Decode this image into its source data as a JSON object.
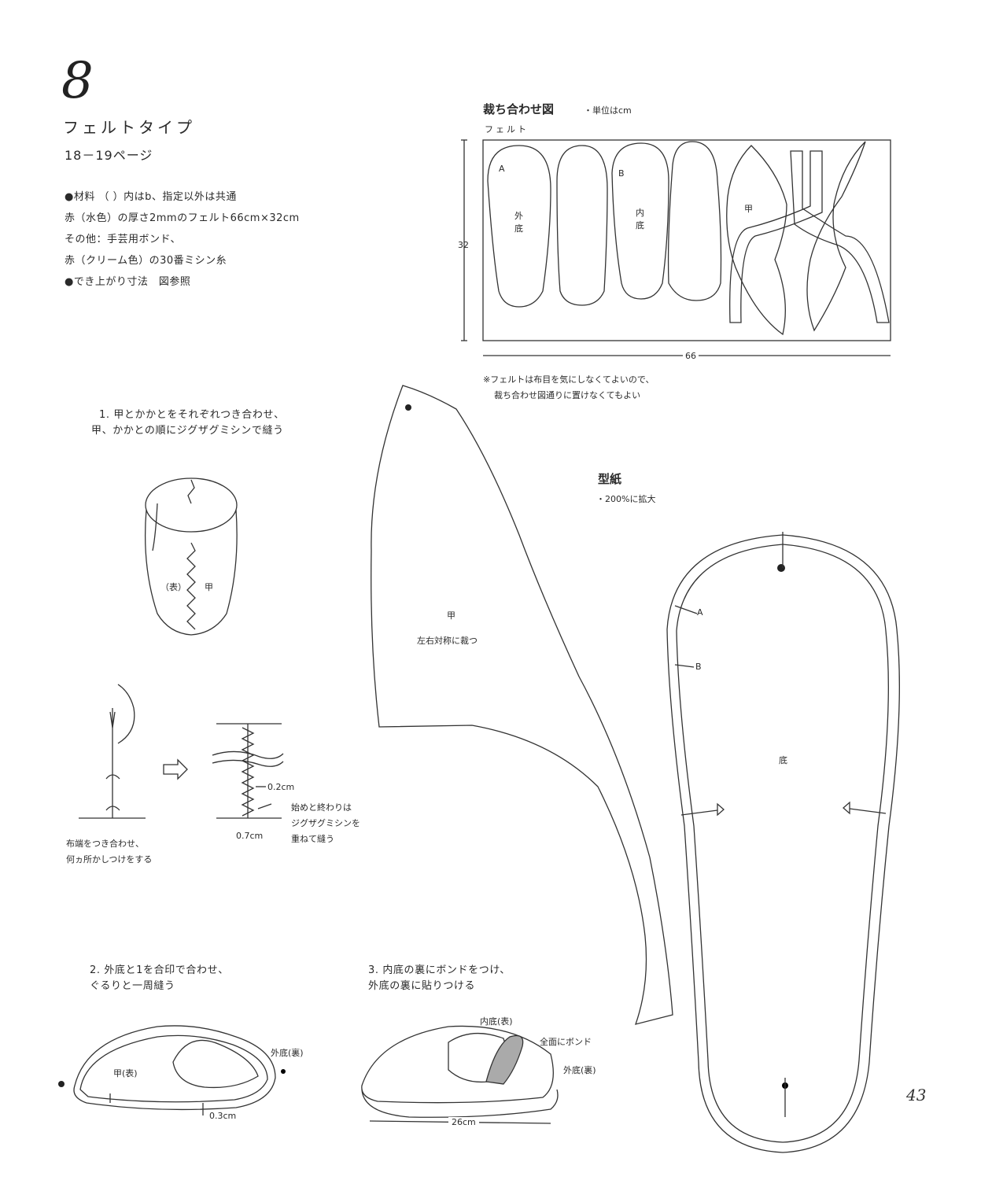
{
  "header": {
    "number": "8",
    "title": "フェルトタイプ",
    "pages": "18－19ページ"
  },
  "materials": {
    "line1": "●材料 （ ）内はb、指定以外は共通",
    "line2": "赤（水色）の厚さ2mmのフェルト66cm×32cm",
    "line3": "その他：手芸用ボンド、",
    "line4": "赤（クリーム色）の30番ミシン糸",
    "line5": "●でき上がり寸法　図参照"
  },
  "layout_diagram": {
    "title": "裁ち合わせ図",
    "unit": "・単位はcm",
    "material": "フェルト",
    "height": "32",
    "width": "66",
    "label_a": "A",
    "label_b": "B",
    "label_outer_sole": "外底",
    "label_inner_sole": "内底",
    "label_upper": "甲",
    "note_line1": "※フェルトは布目を気にしなくてよいので、",
    "note_line2": "裁ち合わせ図通りに置けなくてもよい"
  },
  "pattern": {
    "title": "型紙",
    "scale": "・200%に拡大",
    "upper_label": "甲",
    "upper_note": "左右対称に裁つ",
    "sole_label": "底",
    "label_a": "A",
    "label_b": "B"
  },
  "step1": {
    "line1": "1. 甲とかかとをそれぞれつき合わせ、",
    "line2": "甲、かかとの順にジグザグミシンで縫う",
    "label_back": "（表）",
    "label_upper": "甲",
    "baste_line1": "布端をつき合わせ、",
    "baste_line2": "何ヵ所かしつけをする",
    "dim_02": "0.2cm",
    "dim_07": "0.7cm",
    "zigzag_line1": "始めと終わりは",
    "zigzag_line2": "ジグザグミシンを",
    "zigzag_line3": "重ねて縫う"
  },
  "step2": {
    "line1": "2. 外底と1を合印で合わせ、",
    "line2": "ぐるりと一周縫う",
    "label_upper": "甲(表)",
    "label_outer": "外底(裏)",
    "dim": "0.3cm"
  },
  "step3": {
    "line1": "3. 内底の裏にボンドをつけ、",
    "line2": "外底の裏に貼りつける",
    "label_inner": "内底(表)",
    "label_glue": "全面にボンド",
    "label_outer": "外底(裏)",
    "dim": "26cm"
  },
  "page_number": "43"
}
